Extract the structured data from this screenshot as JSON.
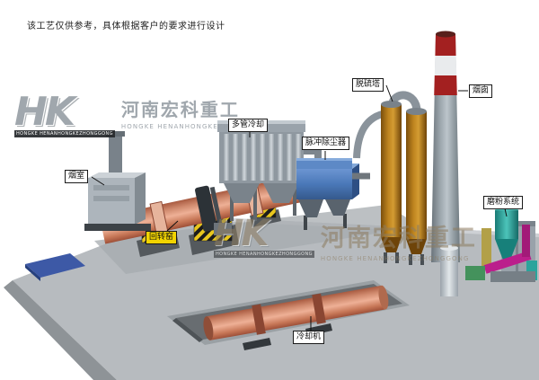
{
  "note": "该工艺仅供参考，具体根据客户的要求进行设计",
  "watermark": {
    "logo": "HK",
    "company_cn": "河南宏科重工",
    "company_en": "HONGKE HENANHONGKEZHONGGONG"
  },
  "equipment_labels": {
    "smoke_chamber": "烟室",
    "rotary_kiln": "回转窑",
    "multi_tube_cooler": "多管冷却",
    "pulse_dust_collector": "脉冲除尘器",
    "desulfurization_tower": "脱硫塔",
    "chimney": "烟囱",
    "grinding_system": "磨粉系统",
    "cooling_machine": "冷却机"
  },
  "colors": {
    "kiln_pink": "#d98a6e",
    "dust_collector_blue": "#4d7fc0",
    "chimney_red": "#a32020",
    "tower_orange": "#b5761f",
    "label_yellow": "#f2d400",
    "ground_gray": "#b7bbbf",
    "hazard_yellow": "#e8c61e",
    "grinding_teal": "#2aa49c",
    "duct_magenta": "#bb1f8c",
    "mat_blue": "#3d59a6"
  }
}
